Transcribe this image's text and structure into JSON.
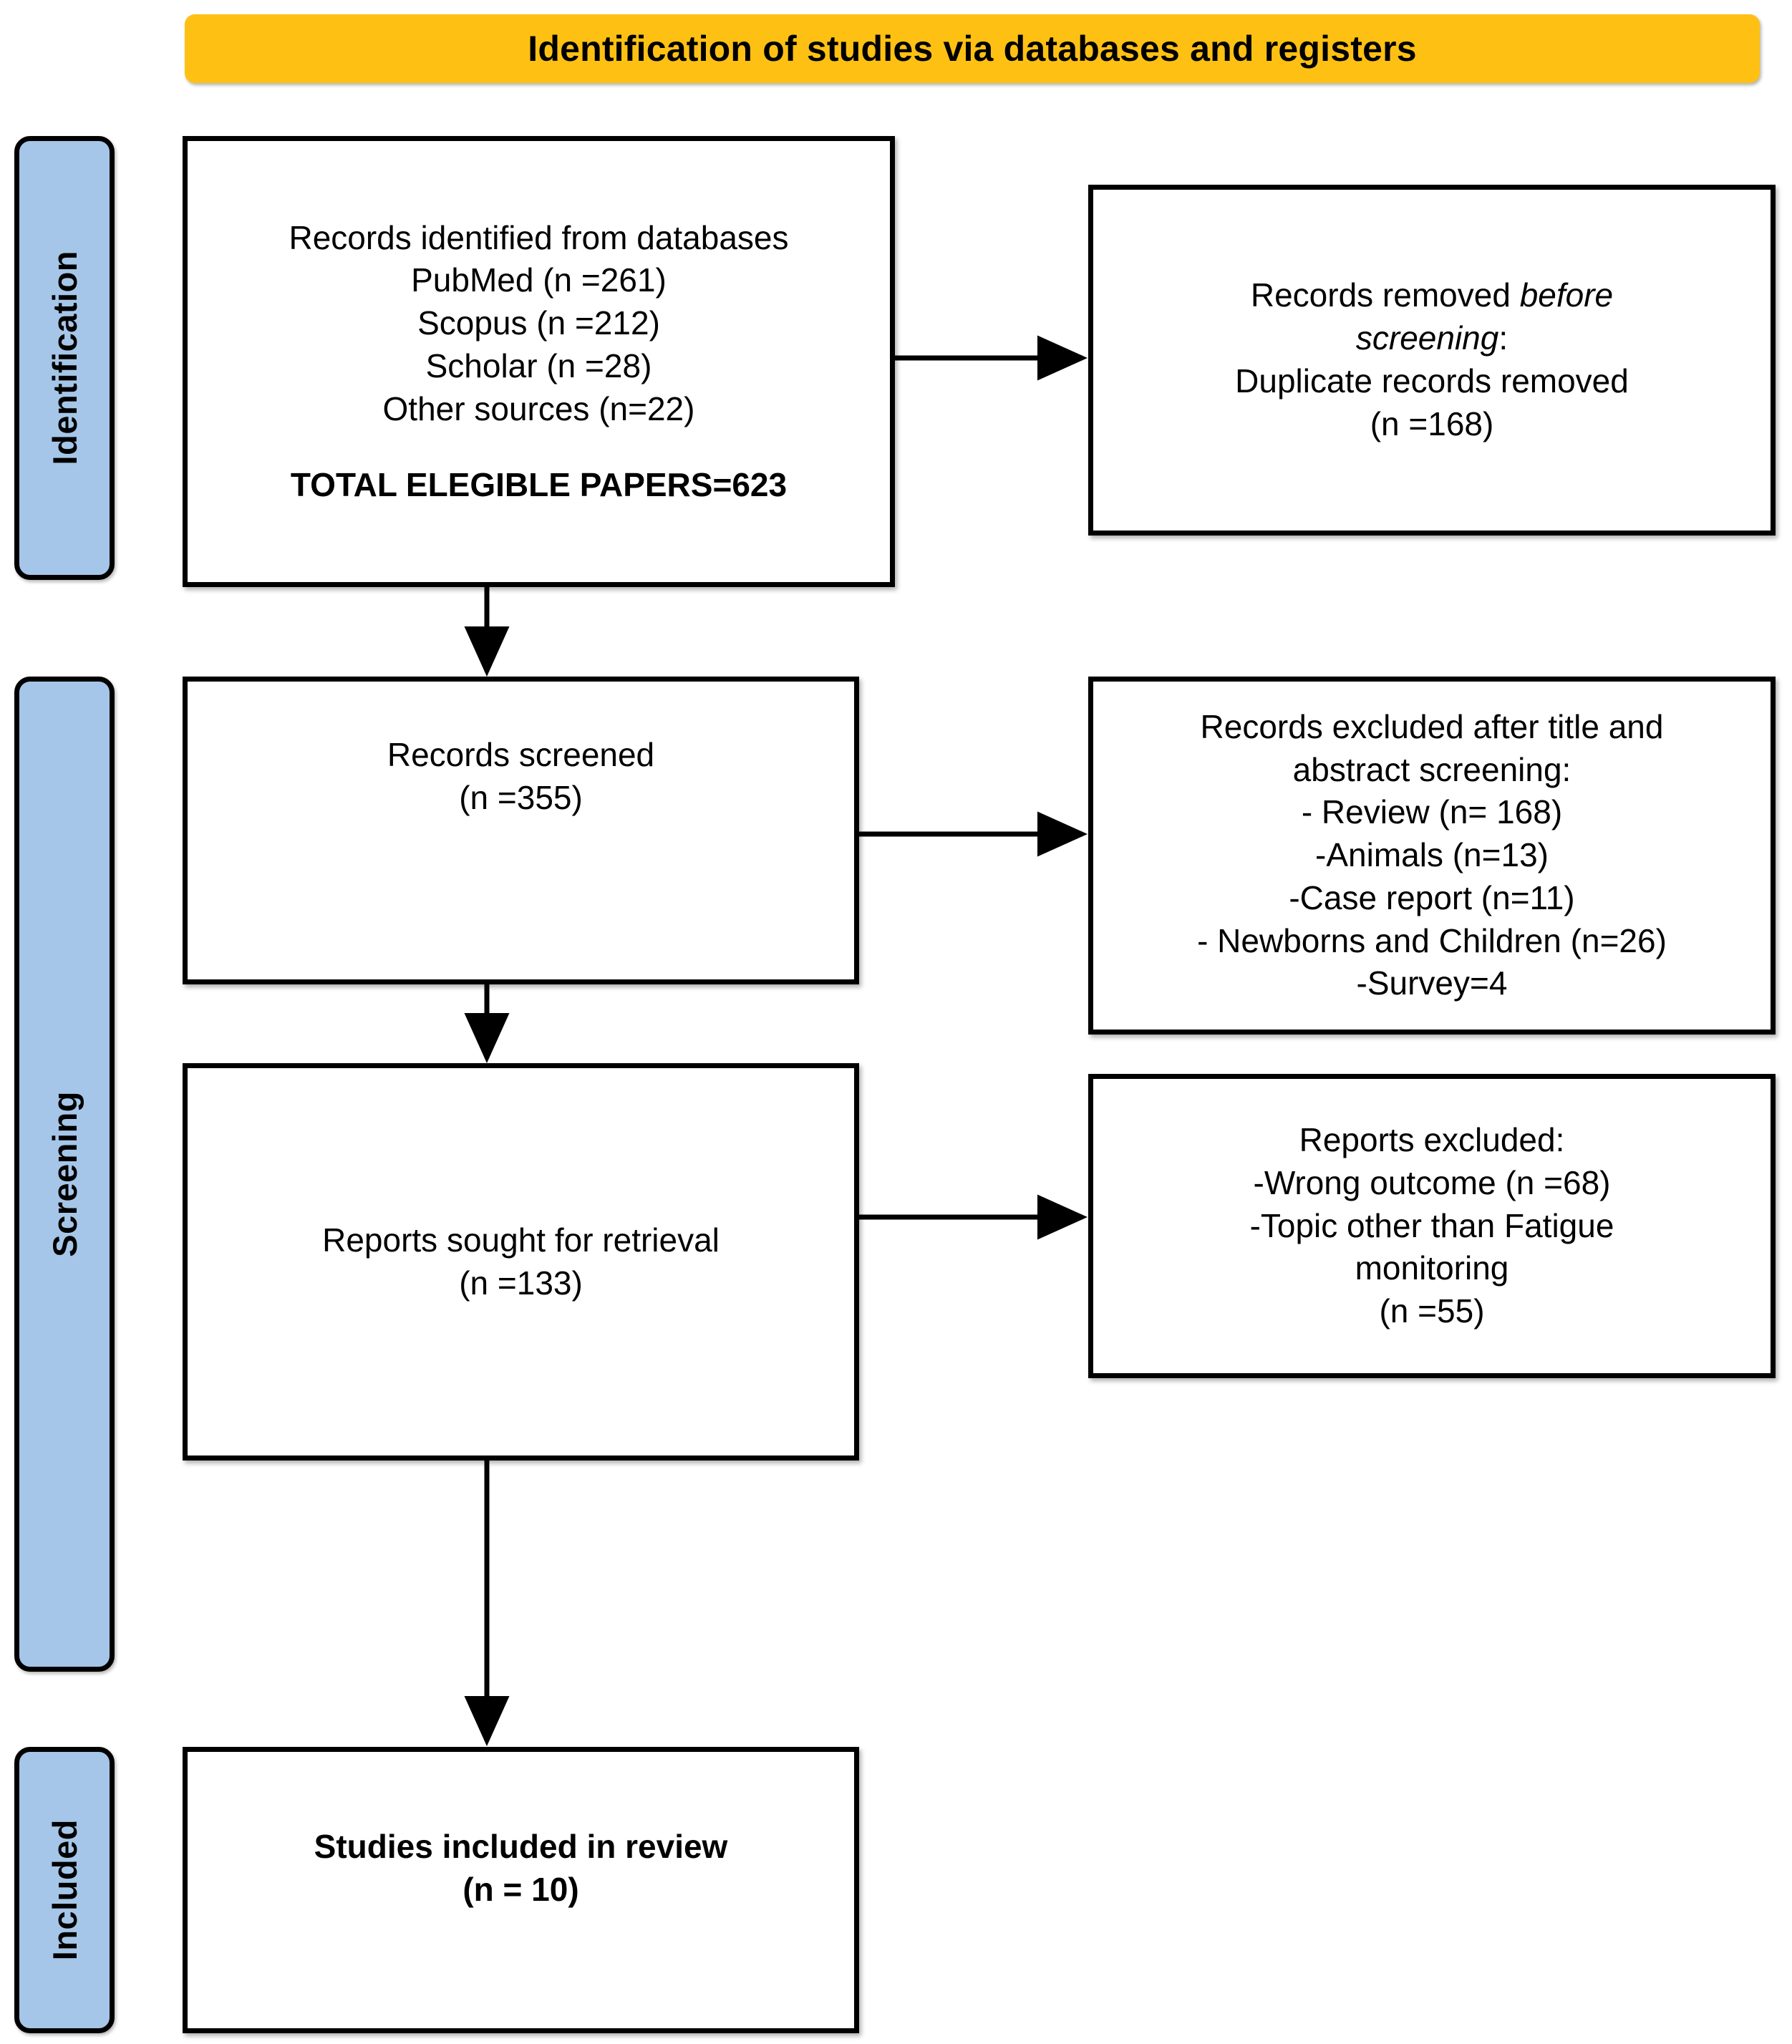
{
  "banner": {
    "title": "Identification of studies via databases and registers",
    "bg_color": "#FEC113"
  },
  "stages": {
    "bg_color": "#A5C6E8",
    "identification": "Identification",
    "screening": "Screening",
    "included": "Included"
  },
  "boxes": {
    "records_identified": {
      "l1": "Records identified from databases",
      "l2": "PubMed (n =261)",
      "l3": "Scopus (n =212)",
      "l4": "Scholar (n =28)",
      "l5": "Other sources (n=22)",
      "l6": "TOTAL ELEGIBLE PAPERS=623"
    },
    "records_removed": {
      "l1a": "Records removed ",
      "l1b": "before",
      "l2a": "screening",
      "l2b": ":",
      "l3": "Duplicate records removed",
      "l4": "(n =168)"
    },
    "records_screened": {
      "l1": "Records screened",
      "l2": "(n =355)"
    },
    "records_excluded": {
      "l1": "Records excluded after title and",
      "l2": "abstract screening:",
      "l3": "- Review (n= 168)",
      "l4": "-Animals (n=13)",
      "l5": "-Case report (n=11)",
      "l6": "- Newborns and Children (n=26)",
      "l7": "-Survey=4"
    },
    "reports_sought": {
      "l1": "Reports sought for retrieval",
      "l2": "(n =133)"
    },
    "reports_excluded": {
      "l1": "Reports excluded:",
      "l2": "-Wrong outcome (n =68)",
      "l3": "-Topic other than Fatigue",
      "l4": "monitoring",
      "l5": "(n =55)"
    },
    "studies_included": {
      "l1": "Studies included in review",
      "l2": "(n = 10)"
    }
  },
  "flow_data": {
    "type": "prisma-flow",
    "identified_total": 623,
    "sources": [
      {
        "name": "PubMed",
        "n": 261
      },
      {
        "name": "Scopus",
        "n": 212
      },
      {
        "name": "Scholar",
        "n": 28
      },
      {
        "name": "Other sources",
        "n": 22
      }
    ],
    "duplicates_removed": 168,
    "screened": 355,
    "excluded_title_abstract": [
      {
        "reason": "Review",
        "n": 168
      },
      {
        "reason": "Animals",
        "n": 13
      },
      {
        "reason": "Case report",
        "n": 11
      },
      {
        "reason": "Newborns and Children",
        "n": 26
      },
      {
        "reason": "Survey",
        "n": 4
      }
    ],
    "sought_for_retrieval": 133,
    "reports_excluded": [
      {
        "reason": "Wrong outcome",
        "n": 68
      },
      {
        "reason": "Topic other than Fatigue monitoring",
        "n": 55
      }
    ],
    "included_in_review": 10
  }
}
